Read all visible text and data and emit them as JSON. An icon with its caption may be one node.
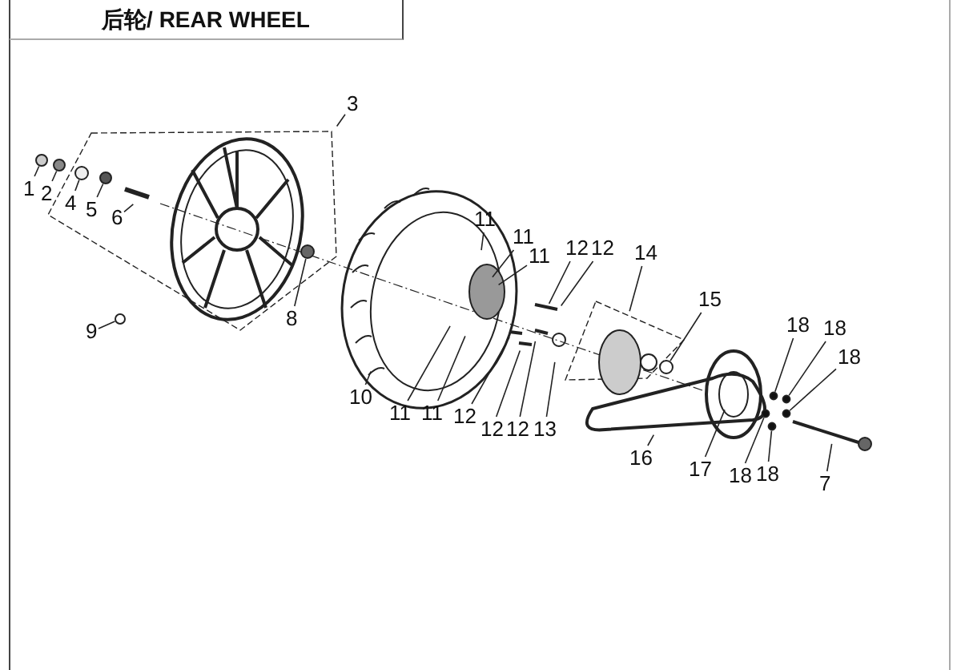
{
  "diagram": {
    "title": "后轮/ REAR WHEEL",
    "nodes": [
      {
        "text": [
          "3"
        ]
      },
      {
        "text": [
          "1"
        ]
      },
      {
        "text": [
          "2"
        ]
      },
      {
        "text": [
          "4"
        ]
      },
      {
        "text": [
          "5"
        ]
      },
      {
        "text": [
          "6"
        ]
      },
      {
        "text": [
          "11"
        ]
      },
      {
        "text": [
          "11"
        ]
      },
      {
        "text": [
          "11"
        ]
      },
      {
        "text": [
          "12"
        ]
      },
      {
        "text": [
          "12"
        ]
      },
      {
        "text": [
          "14"
        ]
      },
      {
        "text": [
          "15"
        ]
      },
      {
        "text": [
          "8"
        ]
      },
      {
        "text": [
          "18"
        ]
      },
      {
        "text": [
          "18"
        ]
      },
      {
        "text": [
          "18"
        ]
      },
      {
        "text": [
          "9"
        ]
      },
      {
        "text": [
          "10"
        ]
      },
      {
        "text": [
          "11"
        ]
      },
      {
        "text": [
          "11"
        ]
      },
      {
        "text": [
          "12"
        ]
      },
      {
        "text": [
          "12"
        ]
      },
      {
        "text": [
          "12"
        ]
      },
      {
        "text": [
          "13"
        ]
      },
      {
        "text": [
          "16"
        ]
      },
      {
        "text": [
          "17"
        ]
      },
      {
        "text": [
          "18"
        ]
      },
      {
        "text": [
          "18"
        ]
      },
      {
        "text": [
          "7"
        ]
      },
      {
        "text": [],
        "shape": "circle"
      },
      {
        "text": [],
        "shape": "circle"
      },
      {
        "text": [],
        "shape": "circle"
      },
      {
        "text": [],
        "shape": "circle"
      },
      {
        "text": [],
        "shape": "circle"
      },
      {
        "text": [],
        "shape": "circle"
      },
      {
        "text": [],
        "shape": "circle"
      },
      {
        "text": [],
        "shape": "circle"
      },
      {
        "text": [],
        "shape": "circle"
      },
      {
        "text": [],
        "shape": "circle"
      },
      {
        "text": [],
        "shape": "circle"
      },
      {
        "text": [],
        "shape": "circle"
      }
    ],
    "edges": [
      {
        "from": 0,
        "to": null,
        "arrow": "none"
      },
      {
        "from": 1,
        "to": 30,
        "arrow": "none"
      },
      {
        "from": 2,
        "to": 31,
        "arrow": "none"
      },
      {
        "from": 3,
        "to": 32,
        "arrow": "none"
      },
      {
        "from": 4,
        "to": 33,
        "arrow": "none"
      },
      {
        "from": 5,
        "to": null,
        "arrow": "none"
      },
      {
        "from": 6,
        "to": null,
        "arrow": "none"
      },
      {
        "from": 7,
        "to": null,
        "arrow": "none"
      },
      {
        "from": 8,
        "to": null,
        "arrow": "none"
      },
      {
        "from": 9,
        "to": null,
        "arrow": "none"
      },
      {
        "from": 10,
        "to": null,
        "arrow": "none"
      },
      {
        "from": 11,
        "to": null,
        "arrow": "none"
      },
      {
        "from": 12,
        "to": 36,
        "arrow": "none"
      },
      {
        "from": 13,
        "to": 35,
        "arrow": "none"
      },
      {
        "from": 14,
        "to": 39,
        "arrow": "none"
      },
      {
        "from": 15,
        "to": 40,
        "arrow": "none"
      },
      {
        "from": 16,
        "to": 41,
        "arrow": "none"
      },
      {
        "from": 17,
        "to": 34,
        "arrow": "none"
      },
      {
        "from": 18,
        "to": null,
        "arrow": "none"
      },
      {
        "from": 19,
        "to": null,
        "arrow": "none"
      },
      {
        "from": 20,
        "to": null,
        "arrow": "none"
      },
      {
        "from": 21,
        "to": null,
        "arrow": "none"
      },
      {
        "from": 22,
        "to": null,
        "arrow": "none"
      },
      {
        "from": 23,
        "to": null,
        "arrow": "none"
      },
      {
        "from": 24,
        "to": null,
        "arrow": "none"
      },
      {
        "from": 25,
        "to": null,
        "arrow": "none"
      },
      {
        "from": 26,
        "to": null,
        "arrow": "none"
      },
      {
        "from": 27,
        "to": 37,
        "arrow": "none"
      },
      {
        "from": 28,
        "to": 38,
        "arrow": "none"
      },
      {
        "from": 29,
        "to": null,
        "arrow": "none"
      }
    ]
  }
}
